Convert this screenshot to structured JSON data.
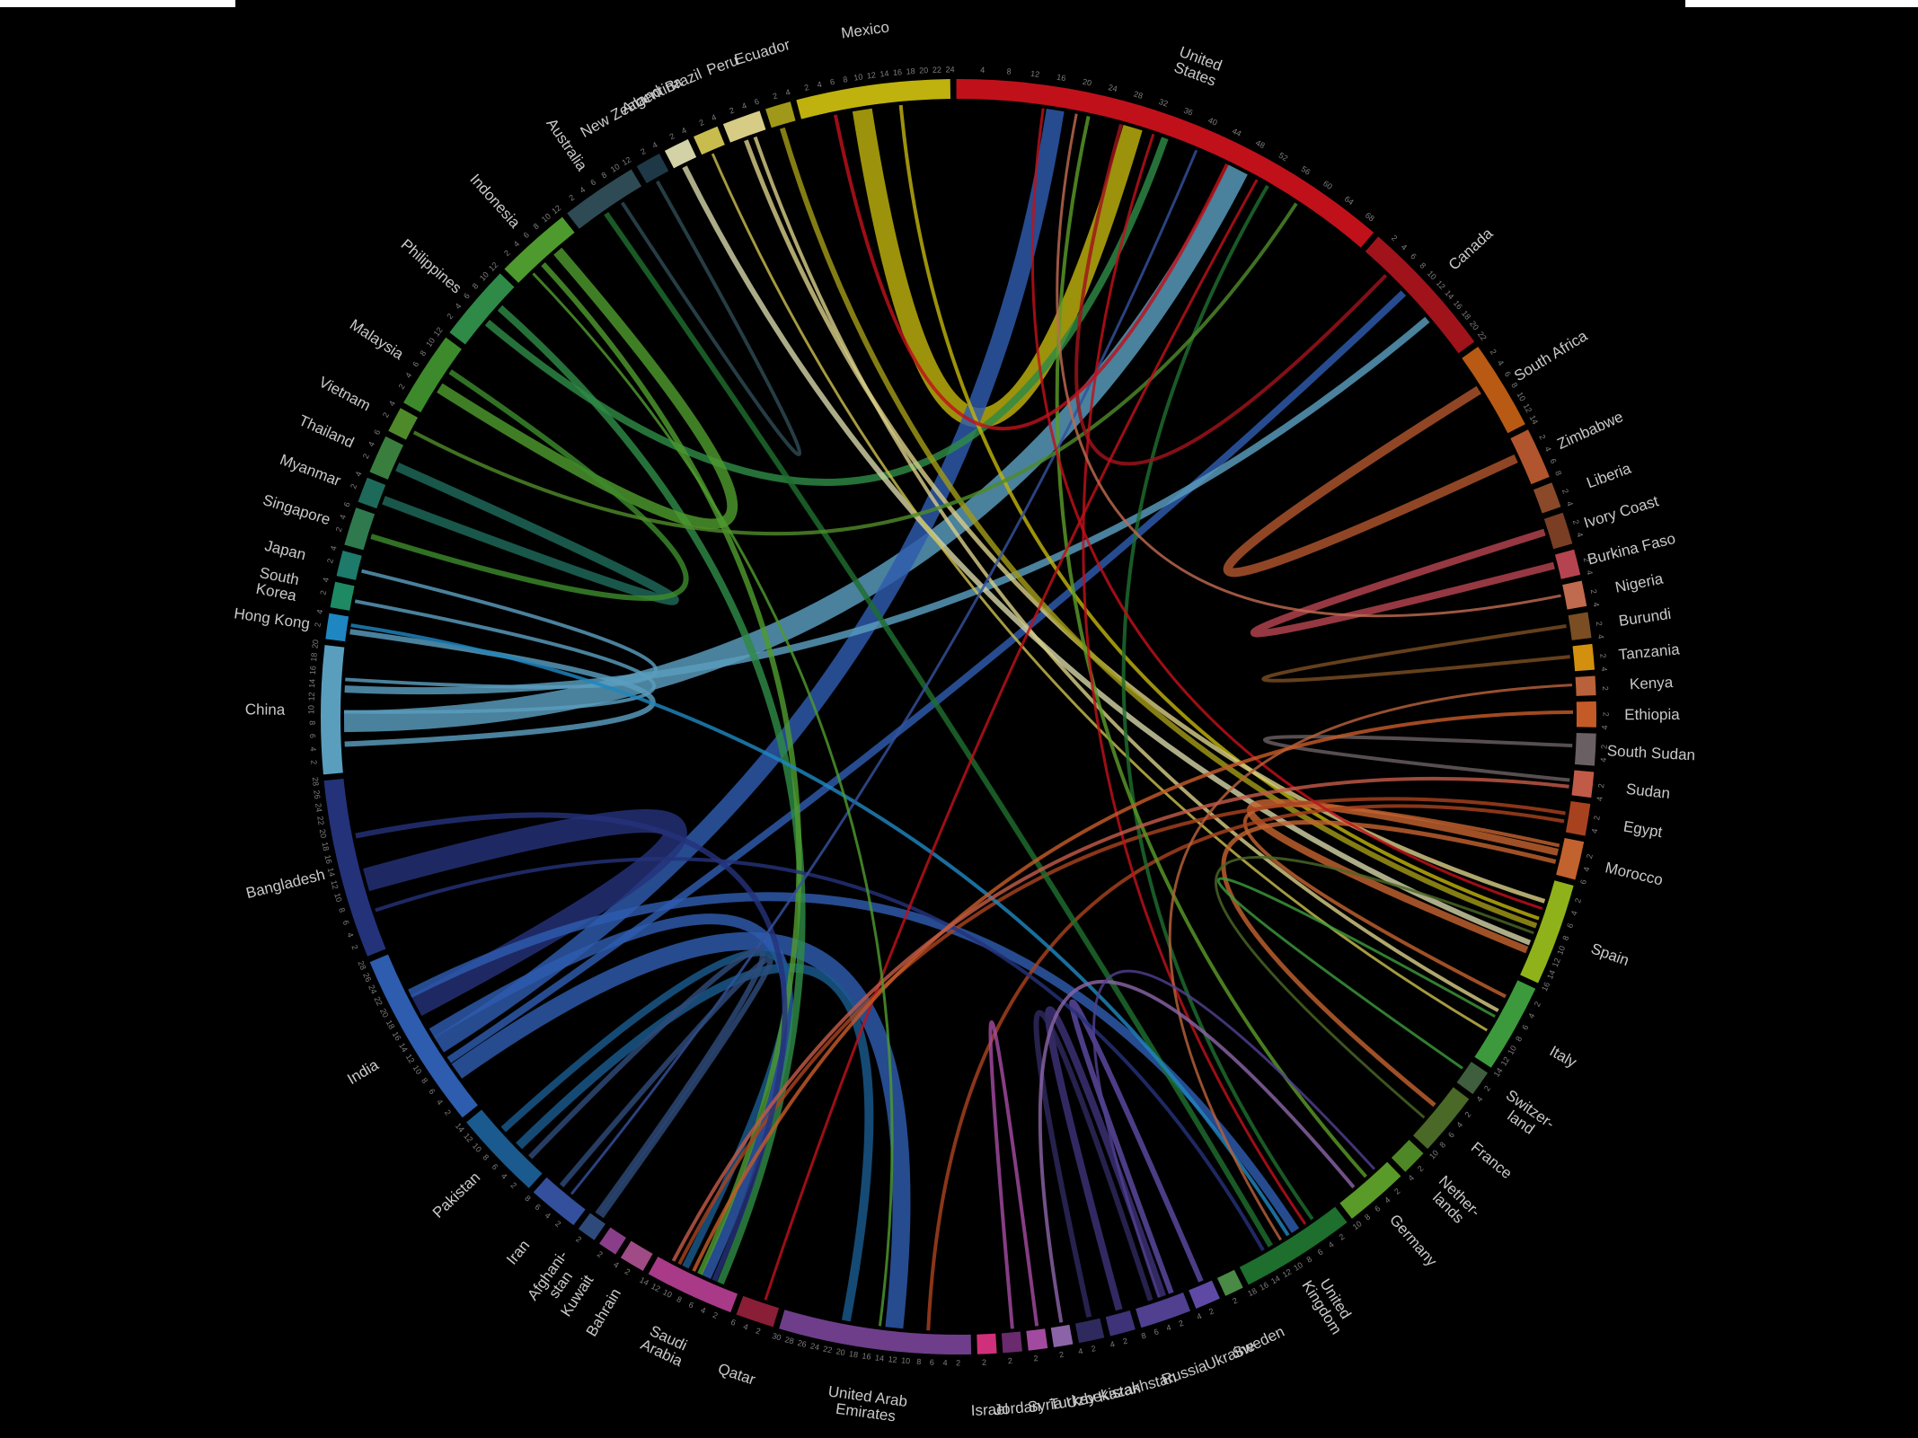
{
  "segments": [
    {
      "name": "United States",
      "lines": [
        "United",
        "States"
      ],
      "value": 70,
      "color": "#c0111b"
    },
    {
      "name": "Canada",
      "lines": [
        "Canada"
      ],
      "value": 22,
      "color": "#a0131b"
    },
    {
      "name": "South Africa",
      "lines": [
        "South Africa"
      ],
      "value": 14,
      "color": "#b85a14"
    },
    {
      "name": "Zimbabwe",
      "lines": [
        "Zimbabwe"
      ],
      "value": 8,
      "color": "#b0552d"
    },
    {
      "name": "Liberia",
      "lines": [
        "Liberia"
      ],
      "value": 4,
      "color": "#8a4a2a"
    },
    {
      "name": "Ivory Coast",
      "lines": [
        "Ivory Coast"
      ],
      "value": 5,
      "color": "#7a3e24"
    },
    {
      "name": "Burkina Faso",
      "lines": [
        "Burkina Faso"
      ],
      "value": 4,
      "color": "#b64450"
    },
    {
      "name": "Nigeria",
      "lines": [
        "Nigeria"
      ],
      "value": 4,
      "color": "#c06a50"
    },
    {
      "name": "Burundi",
      "lines": [
        "Burundi"
      ],
      "value": 4,
      "color": "#7a4e22"
    },
    {
      "name": "Tanzania",
      "lines": [
        "Tanzania"
      ],
      "value": 4,
      "color": "#d2900e"
    },
    {
      "name": "Kenya",
      "lines": [
        "Kenya"
      ],
      "value": 3,
      "color": "#b8613a"
    },
    {
      "name": "Ethiopia",
      "lines": [
        "Ethiopia"
      ],
      "value": 4,
      "color": "#c45a28"
    },
    {
      "name": "South Sudan",
      "lines": [
        "South Sudan"
      ],
      "value": 5,
      "color": "#6a5f62"
    },
    {
      "name": "Sudan",
      "lines": [
        "Sudan"
      ],
      "value": 4,
      "color": "#c25a48"
    },
    {
      "name": "Egypt",
      "lines": [
        "Egypt"
      ],
      "value": 5,
      "color": "#a8421e"
    },
    {
      "name": "Morocco",
      "lines": [
        "Morocco"
      ],
      "value": 6,
      "color": "#c2622e"
    },
    {
      "name": "Spain",
      "lines": [
        "Spain"
      ],
      "value": 16,
      "color": "#8fb21a"
    },
    {
      "name": "Italy",
      "lines": [
        "Italy"
      ],
      "value": 14,
      "color": "#3c9a3c"
    },
    {
      "name": "Switzerland",
      "lines": [
        "Switzer-",
        "land"
      ],
      "value": 4,
      "color": "#3e5e3e"
    },
    {
      "name": "France",
      "lines": [
        "France"
      ],
      "value": 10,
      "color": "#4a6826"
    },
    {
      "name": "Netherlands",
      "lines": [
        "Nether-",
        "lands"
      ],
      "value": 4,
      "color": "#4e8826"
    },
    {
      "name": "Germany",
      "lines": [
        "Germany"
      ],
      "value": 10,
      "color": "#5a9a28"
    },
    {
      "name": "United Kingdom",
      "lines": [
        "United",
        "Kingdom"
      ],
      "value": 18,
      "color": "#1e6e2e"
    },
    {
      "name": "Sweden",
      "lines": [
        "Sweden"
      ],
      "value": 3,
      "color": "#4a8a46"
    },
    {
      "name": "Ukraine",
      "lines": [
        "Ukraine"
      ],
      "value": 4,
      "color": "#5e4aa4"
    },
    {
      "name": "Russia",
      "lines": [
        "Russia"
      ],
      "value": 8,
      "color": "#514090"
    },
    {
      "name": "Kazakhstan",
      "lines": [
        "Kazakhstan"
      ],
      "value": 4,
      "color": "#3e3278"
    },
    {
      "name": "Uzbekistan",
      "lines": [
        "Uzbekistan"
      ],
      "value": 4,
      "color": "#2e2a5e"
    },
    {
      "name": "Turkey",
      "lines": [
        "Turkey"
      ],
      "value": 3,
      "color": "#8a64a6"
    },
    {
      "name": "Syria",
      "lines": [
        "Syria"
      ],
      "value": 3,
      "color": "#a24aa0"
    },
    {
      "name": "Jordan",
      "lines": [
        "Jordan"
      ],
      "value": 3,
      "color": "#6a2a6e"
    },
    {
      "name": "Israel",
      "lines": [
        "Israel"
      ],
      "value": 3,
      "color": "#d0307a"
    },
    {
      "name": "United Arab Emirates",
      "lines": [
        "United Arab",
        "Emirates"
      ],
      "value": 30,
      "color": "#6e3e8a"
    },
    {
      "name": "Qatar",
      "lines": [
        "Qatar"
      ],
      "value": 6,
      "color": "#8a1e36"
    },
    {
      "name": "Saudi Arabia",
      "lines": [
        "Saudi",
        "Arabia"
      ],
      "value": 14,
      "color": "#a83a88"
    },
    {
      "name": "Bahrain",
      "lines": [
        "Bahrain"
      ],
      "value": 4,
      "color": "#a04a86"
    },
    {
      "name": "Kuwait",
      "lines": [
        "Kuwait"
      ],
      "value": 3,
      "color": "#8a3e8a"
    },
    {
      "name": "Afghanistan",
      "lines": [
        "Afghani-",
        "stan"
      ],
      "value": 3,
      "color": "#2e4a7a"
    },
    {
      "name": "Iran",
      "lines": [
        "Iran"
      ],
      "value": 8,
      "color": "#34509c"
    },
    {
      "name": "Pakistan",
      "lines": [
        "Pakistan"
      ],
      "value": 14,
      "color": "#1a5a8e"
    },
    {
      "name": "India",
      "lines": [
        "India"
      ],
      "value": 28,
      "color": "#2e5cae"
    },
    {
      "name": "Bangladesh",
      "lines": [
        "Bangladesh"
      ],
      "value": 28,
      "color": "#24327a"
    },
    {
      "name": "China",
      "lines": [
        "China"
      ],
      "value": 20,
      "color": "#5a9ebe"
    },
    {
      "name": "Hong Kong",
      "lines": [
        "Hong Kong"
      ],
      "value": 4,
      "color": "#1e86c0"
    },
    {
      "name": "South Korea",
      "lines": [
        "South",
        "Korea"
      ],
      "value": 4,
      "color": "#1e8a64"
    },
    {
      "name": "Japan",
      "lines": [
        "Japan"
      ],
      "value": 4,
      "color": "#1e7a6a"
    },
    {
      "name": "Singapore",
      "lines": [
        "Singapore"
      ],
      "value": 6,
      "color": "#2e7a4e"
    },
    {
      "name": "Myanmar",
      "lines": [
        "Myanmar"
      ],
      "value": 4,
      "color": "#1e6a5a"
    },
    {
      "name": "Thailand",
      "lines": [
        "Thailand"
      ],
      "value": 6,
      "color": "#3a7e3e"
    },
    {
      "name": "Vietnam",
      "lines": [
        "Vietnam"
      ],
      "value": 4,
      "color": "#4e8a2a"
    },
    {
      "name": "Malaysia",
      "lines": [
        "Malaysia"
      ],
      "value": 12,
      "color": "#3c8a2c"
    },
    {
      "name": "Philippines",
      "lines": [
        "Philippines"
      ],
      "value": 12,
      "color": "#2e8a46"
    },
    {
      "name": "Indonesia",
      "lines": [
        "Indonesia"
      ],
      "value": 12,
      "color": "#4e9a2e"
    },
    {
      "name": "Australia",
      "lines": [
        "Australia"
      ],
      "value": 12,
      "color": "#2e4a54"
    },
    {
      "name": "New Zealand",
      "lines": [
        "New Zealand"
      ],
      "value": 4,
      "color": "#1e3848"
    },
    {
      "name": "Argentina",
      "lines": [
        "Argentina"
      ],
      "value": 4,
      "color": "#d2d2a6"
    },
    {
      "name": "Brazil",
      "lines": [
        "Brazil"
      ],
      "value": 4,
      "color": "#c8bc4e"
    },
    {
      "name": "Peru",
      "lines": [
        "Peru"
      ],
      "value": 6,
      "color": "#d6cc86"
    },
    {
      "name": "Ecuador",
      "lines": [
        "Ecuador"
      ],
      "value": 4,
      "color": "#a09818"
    },
    {
      "name": "Mexico",
      "lines": [
        "Mexico"
      ],
      "value": 24,
      "color": "#bfb20e"
    }
  ],
  "flows": [
    {
      "from": "Mexico",
      "to": "United States",
      "width": 22,
      "color": "#bfb20e"
    },
    {
      "from": "China",
      "to": "United States",
      "width": 24,
      "color": "#5a9ebe"
    },
    {
      "from": "India",
      "to": "United States",
      "width": 20,
      "color": "#2e5cae"
    },
    {
      "from": "Bangladesh",
      "to": "India",
      "width": 26,
      "color": "#24327a"
    },
    {
      "from": "India",
      "to": "United Arab Emirates",
      "width": 20,
      "color": "#2e5cae"
    },
    {
      "from": "India",
      "to": "Saudi Arabia",
      "width": 12,
      "color": "#2e5cae"
    },
    {
      "from": "Pakistan",
      "to": "United Arab Emirates",
      "width": 10,
      "color": "#1a5a8e"
    },
    {
      "from": "Pakistan",
      "to": "Saudi Arabia",
      "width": 8,
      "color": "#1a5a8e"
    },
    {
      "from": "India",
      "to": "United Kingdom",
      "width": 10,
      "color": "#2e5cae"
    },
    {
      "from": "India",
      "to": "Canada",
      "width": 8,
      "color": "#2e5cae"
    },
    {
      "from": "China",
      "to": "Canada",
      "width": 8,
      "color": "#5a9ebe"
    },
    {
      "from": "Philippines",
      "to": "United States",
      "width": 8,
      "color": "#2e8a46"
    },
    {
      "from": "Philippines",
      "to": "Saudi Arabia",
      "width": 8,
      "color": "#2e8a46"
    },
    {
      "from": "Indonesia",
      "to": "Saudi Arabia",
      "width": 6,
      "color": "#4e9a2e"
    },
    {
      "from": "Indonesia",
      "to": "Malaysia",
      "width": 12,
      "color": "#4e9a2e"
    },
    {
      "from": "Myanmar",
      "to": "Thailand",
      "width": 10,
      "color": "#1e6a5a"
    },
    {
      "from": "Mexico",
      "to": "Spain",
      "width": 4,
      "color": "#bfb20e"
    },
    {
      "from": "Argentina",
      "to": "Spain",
      "width": 6,
      "color": "#d2d2a6"
    },
    {
      "from": "Peru",
      "to": "Spain",
      "width": 5,
      "color": "#d6cc86"
    },
    {
      "from": "Ecuador",
      "to": "Spain",
      "width": 6,
      "color": "#a09818"
    },
    {
      "from": "Peru",
      "to": "Italy",
      "width": 4,
      "color": "#d6cc86"
    },
    {
      "from": "Brazil",
      "to": "Italy",
      "width": 3,
      "color": "#c8bc4e"
    },
    {
      "from": "Morocco",
      "to": "Spain",
      "width": 8,
      "color": "#c2622e"
    },
    {
      "from": "Morocco",
      "to": "France",
      "width": 5,
      "color": "#c2622e"
    },
    {
      "from": "Morocco",
      "to": "Italy",
      "width": 4,
      "color": "#c2622e"
    },
    {
      "from": "Egypt",
      "to": "Saudi Arabia",
      "width": 4,
      "color": "#a8421e"
    },
    {
      "from": "Egypt",
      "to": "United Arab Emirates",
      "width": 4,
      "color": "#a8421e"
    },
    {
      "from": "Zimbabwe",
      "to": "South Africa",
      "width": 10,
      "color": "#b0552d"
    },
    {
      "from": "Burkina Faso",
      "to": "Ivory Coast",
      "width": 8,
      "color": "#b64450"
    },
    {
      "from": "South Sudan",
      "to": "Sudan",
      "width": 4,
      "color": "#6a5f62"
    },
    {
      "from": "Burundi",
      "to": "Tanzania",
      "width": 4,
      "color": "#7a4e22"
    },
    {
      "from": "Kazakhstan",
      "to": "Russia",
      "width": 8,
      "color": "#3e3278"
    },
    {
      "from": "Uzbekistan",
      "to": "Russia",
      "width": 6,
      "color": "#2e2a5e"
    },
    {
      "from": "Ukraine",
      "to": "Russia",
      "width": 6,
      "color": "#5e4aa4"
    },
    {
      "from": "Syria",
      "to": "Jordan",
      "width": 4,
      "color": "#a24aa0"
    },
    {
      "from": "United Kingdom",
      "to": "Australia",
      "width": 6,
      "color": "#1e6e2e"
    },
    {
      "from": "United Kingdom",
      "to": "United States",
      "width": 4,
      "color": "#1e6e2e"
    },
    {
      "from": "Germany",
      "to": "United States",
      "width": 4,
      "color": "#5a9a28"
    },
    {
      "from": "China",
      "to": "Hong Kong",
      "width": 6,
      "color": "#5a9ebe"
    },
    {
      "from": "China",
      "to": "South Korea",
      "width": 4,
      "color": "#5a9ebe"
    },
    {
      "from": "China",
      "to": "Japan",
      "width": 4,
      "color": "#5a9ebe"
    },
    {
      "from": "Malaysia",
      "to": "Singapore",
      "width": 6,
      "color": "#3c8a2c"
    },
    {
      "from": "Hong Kong",
      "to": "United Kingdom",
      "width": 4,
      "color": "#1e86c0"
    },
    {
      "from": "Bangladesh",
      "to": "Saudi Arabia",
      "width": 6,
      "color": "#24327a"
    },
    {
      "from": "Bangladesh",
      "to": "United Kingdom",
      "width": 4,
      "color": "#24327a"
    },
    {
      "from": "Iran",
      "to": "United States",
      "width": 3,
      "color": "#34509c"
    },
    {
      "from": "Afghanistan",
      "to": "Iran",
      "width": 6,
      "color": "#2e4a7a"
    },
    {
      "from": "Afghanistan",
      "to": "Pakistan",
      "width": 6,
      "color": "#2e4a7a"
    },
    {
      "from": "Vietnam",
      "to": "United States",
      "width": 4,
      "color": "#4e8a2a"
    },
    {
      "from": "Canada",
      "to": "United States",
      "width": 4,
      "color": "#a0131b"
    },
    {
      "from": "United States",
      "to": "Mexico",
      "width": 4,
      "color": "#c0111b"
    },
    {
      "from": "United States",
      "to": "Spain",
      "width": 3,
      "color": "#c0111b"
    },
    {
      "from": "United States",
      "to": "United Kingdom",
      "width": 3,
      "color": "#c0111b"
    },
    {
      "from": "United States",
      "to": "Qatar",
      "width": 3,
      "color": "#c0111b"
    },
    {
      "from": "Kenya",
      "to": "United Kingdom",
      "width": 3,
      "color": "#b8613a"
    },
    {
      "from": "Ethiopia",
      "to": "Saudi Arabia",
      "width": 4,
      "color": "#c45a28"
    },
    {
      "from": "Sudan",
      "to": "Saudi Arabia",
      "width": 4,
      "color": "#c25a48"
    },
    {
      "from": "Nigeria",
      "to": "United States",
      "width": 3,
      "color": "#c06a50"
    },
    {
      "from": "Australia",
      "to": "New Zealand",
      "width": 4,
      "color": "#2e4a54"
    },
    {
      "from": "Indonesia",
      "to": "United Arab Emirates",
      "width": 3,
      "color": "#4e9a2e"
    },
    {
      "from": "Turkey",
      "to": "Germany",
      "width": 4,
      "color": "#8a64a6"
    },
    {
      "from": "Russia",
      "to": "Germany",
      "width": 3,
      "color": "#514090"
    },
    {
      "from": "Italy",
      "to": "Switzerland",
      "width": 3,
      "color": "#3c9a3c"
    },
    {
      "from": "France",
      "to": "Spain",
      "width": 3,
      "color": "#4a6826"
    }
  ]
}
